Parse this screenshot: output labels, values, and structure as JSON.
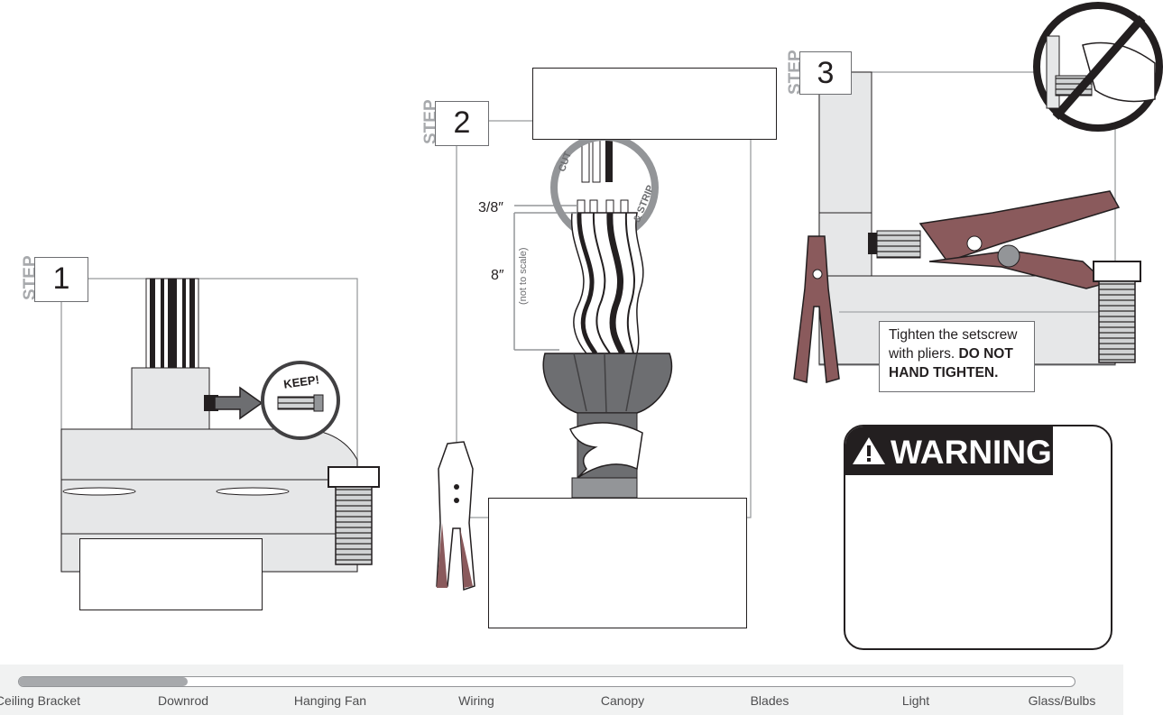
{
  "steps": [
    {
      "word": "STEP",
      "number": "1"
    },
    {
      "word": "STEP",
      "number": "2"
    },
    {
      "word": "STEP",
      "number": "3"
    }
  ],
  "labels": {
    "keep": "KEEP!",
    "cut": "CUT",
    "strip": "& STRIP",
    "strip_length": "3/8″",
    "wire_length": "8″",
    "not_to_scale": "(not to scale)"
  },
  "callout": {
    "text": "Tighten the setscrew with pliers.",
    "emphasis": "DO NOT HAND TIGHTEN."
  },
  "warning": {
    "title": "WARNING"
  },
  "progress": {
    "fraction": 0.16,
    "items": [
      "Ceiling Bracket",
      "Downrod",
      "Hanging Fan",
      "Wiring",
      "Canopy",
      "Blades",
      "Light",
      "Glass/Bulbs"
    ]
  },
  "colors": {
    "line": "#231f20",
    "gray_panel": "#e6e7e8",
    "mid_gray": "#a7a9ac",
    "plier_red": "#8a5a5c"
  }
}
